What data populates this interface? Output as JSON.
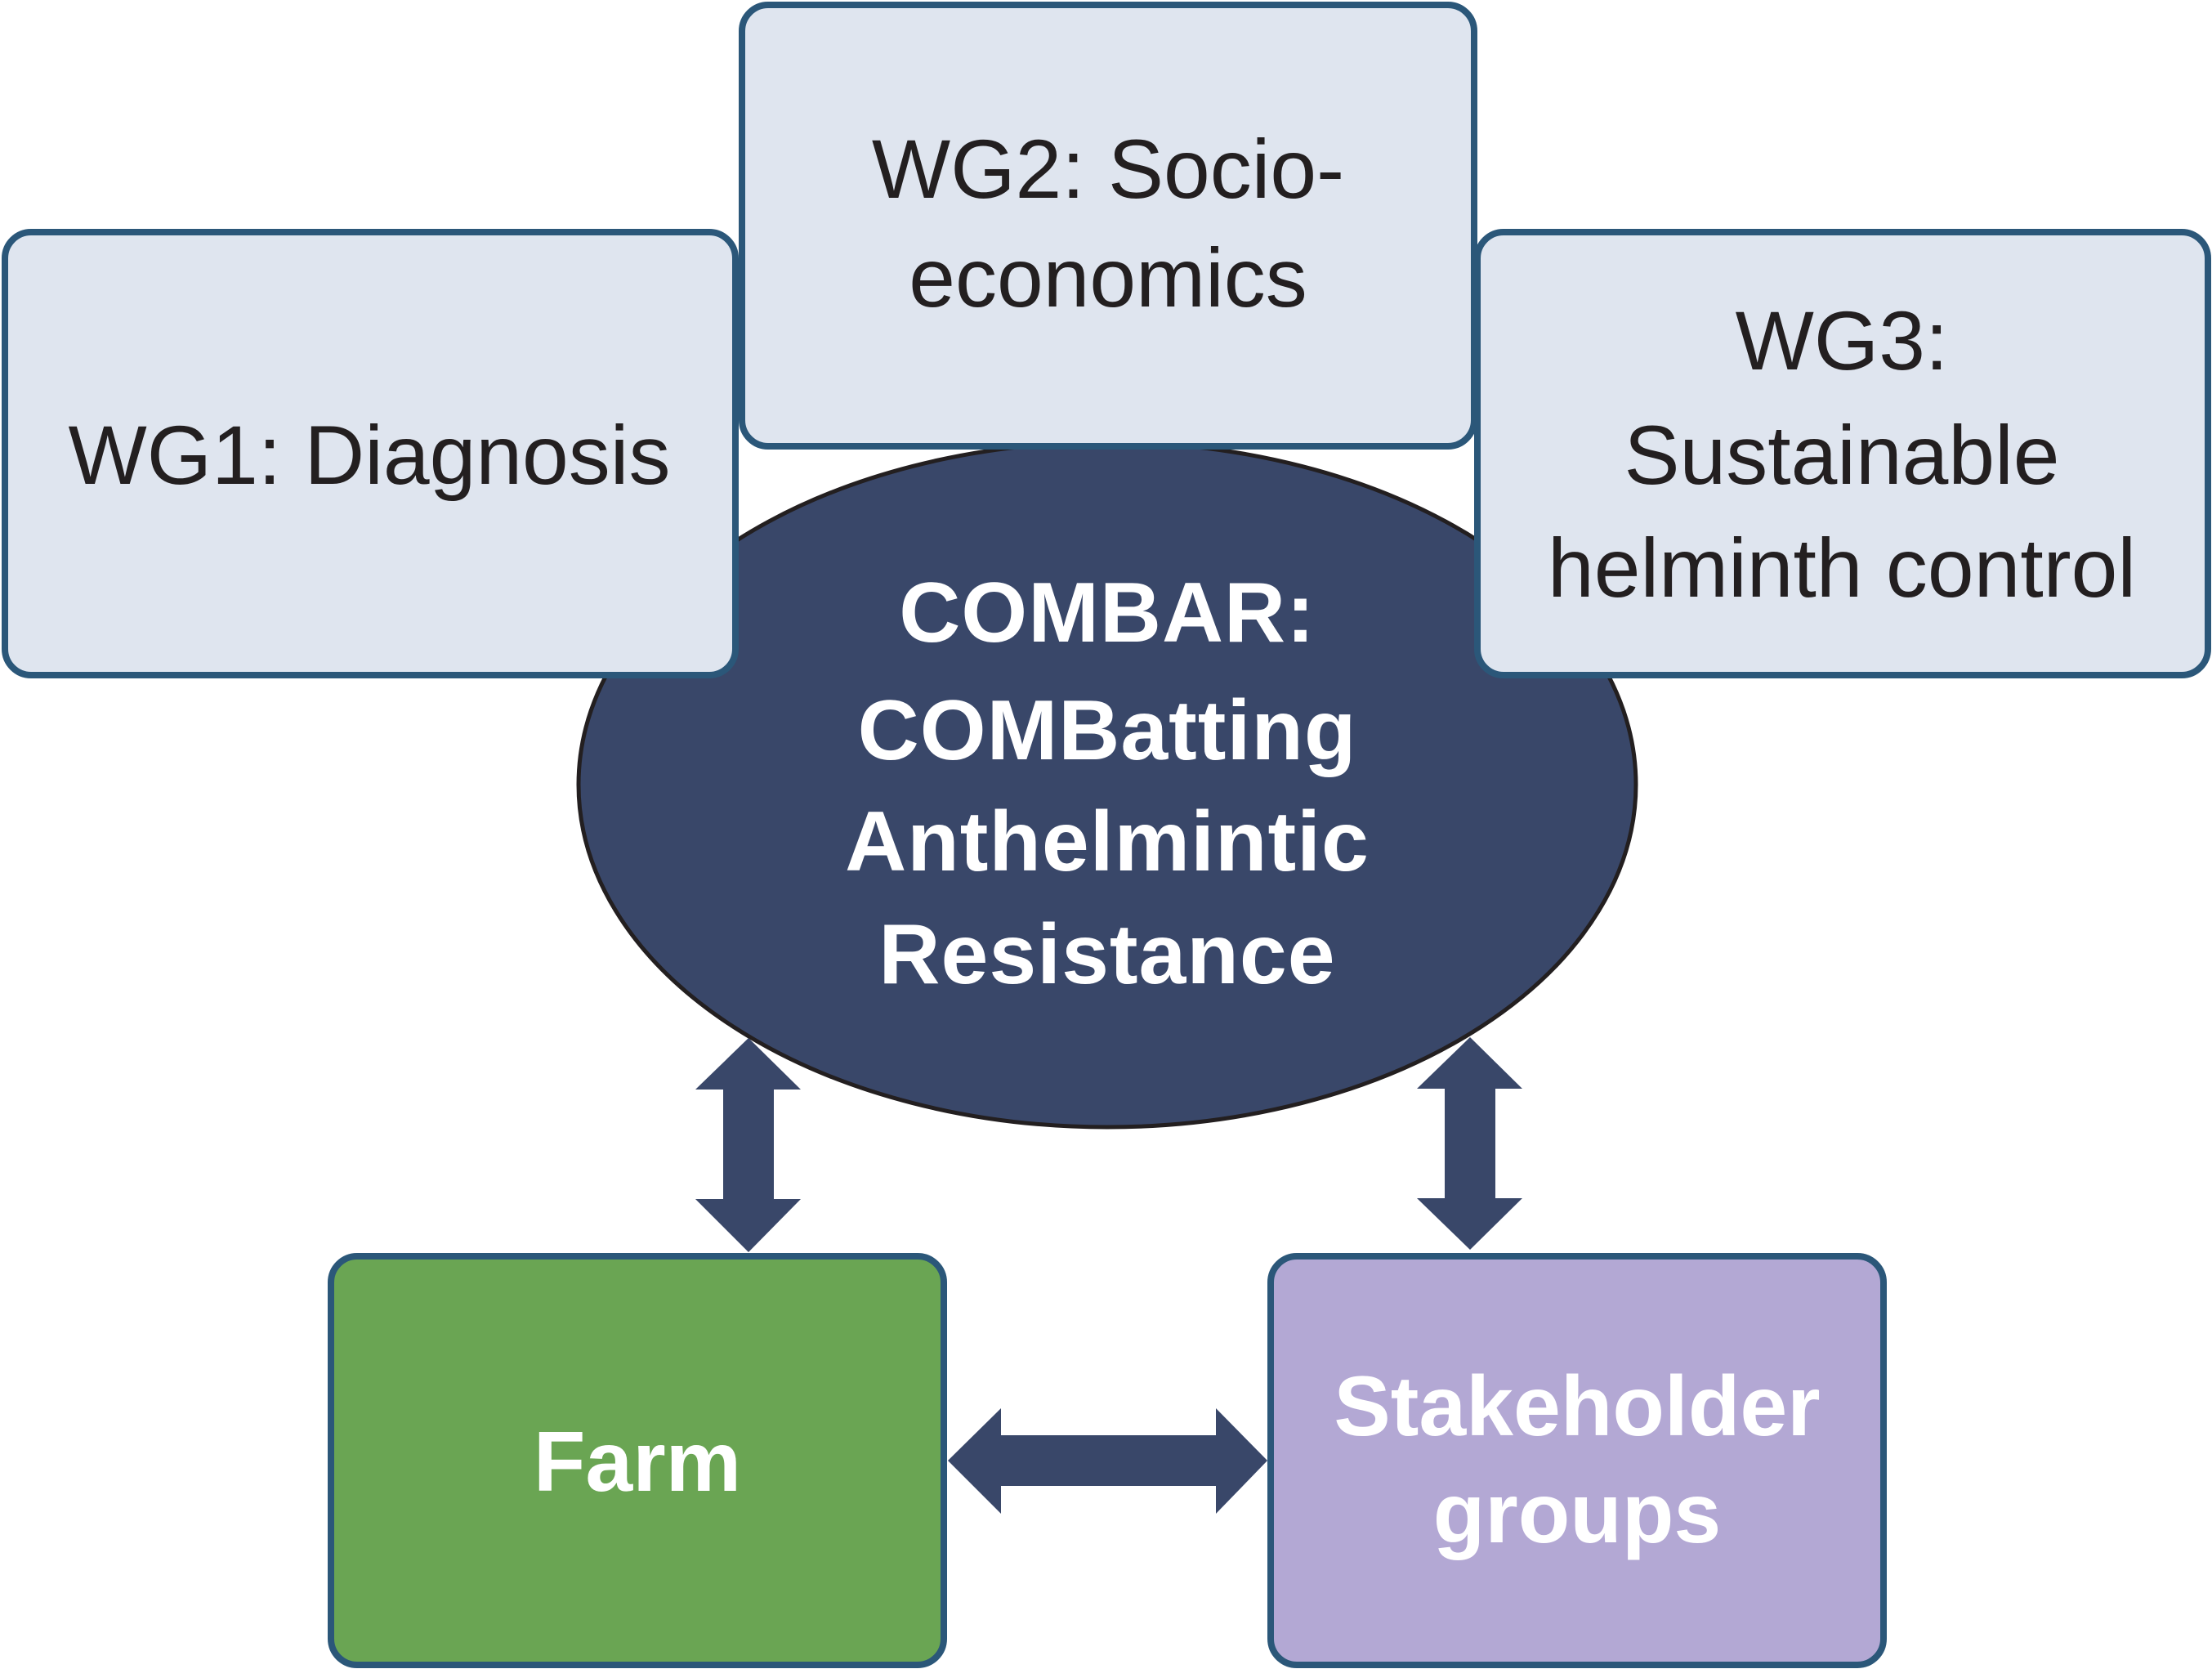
{
  "diagram": {
    "center": {
      "lines": [
        "COMBAR:",
        "COMBatting",
        "Anthelmintic",
        "Resistance"
      ],
      "fill": "#394769"
    },
    "working_groups": [
      {
        "id": "wg1",
        "lines": [
          "WG1: Diagnosis"
        ]
      },
      {
        "id": "wg2",
        "lines": [
          "WG2: Socio-",
          "economics"
        ]
      },
      {
        "id": "wg3",
        "lines": [
          "WG3:",
          "Sustainable",
          "helminth control"
        ]
      }
    ],
    "farm": {
      "lines": [
        "Farm"
      ],
      "fill": "#6aa553"
    },
    "stakeholders": {
      "lines": [
        "Stakeholder",
        "groups"
      ],
      "fill": "#b3a8d4"
    },
    "colors": {
      "wg_fill": "#dfe5ef",
      "box_border": "#2b5779",
      "arrow": "#394769",
      "wg_text": "#231f20",
      "light_text": "#ffffff"
    },
    "connections": [
      {
        "from": "center",
        "to": "farm",
        "direction": "both"
      },
      {
        "from": "center",
        "to": "stakeholders",
        "direction": "both"
      },
      {
        "from": "farm",
        "to": "stakeholders",
        "direction": "both"
      }
    ]
  }
}
